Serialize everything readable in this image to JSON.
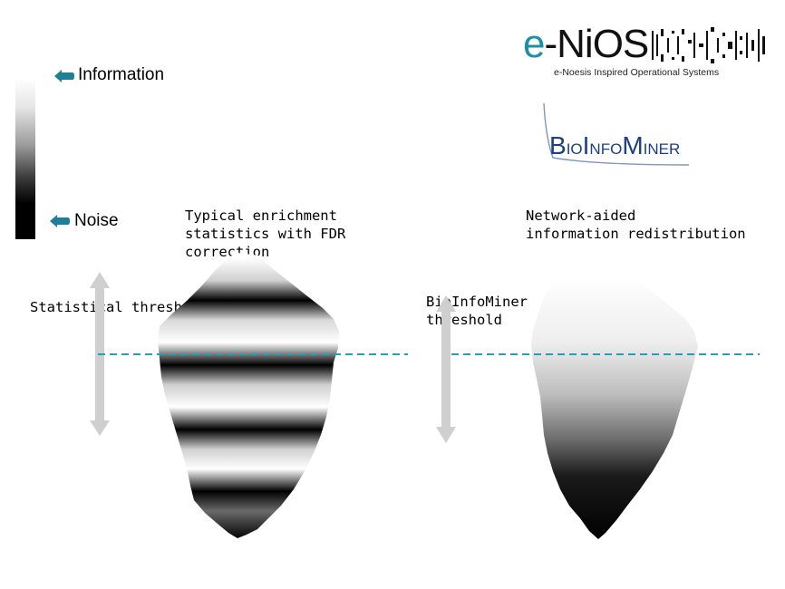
{
  "legend": {
    "top_label": "Information",
    "bottom_label": "Noise"
  },
  "left_panel": {
    "caption": "Typical enrichment\nstatistics with FDR\ncorrection",
    "threshold_label": "Statistical threshold"
  },
  "right_panel": {
    "caption": "Network-aided\ninformation redistribution",
    "threshold_label": "BioInfoMiner\nthreshold"
  },
  "logos": {
    "enios_letter_e": "e",
    "enios_rest": "-NiOS",
    "enios_tagline": "e-Noesis Inspired Operational Systems",
    "bioinfominer_parts": [
      "B",
      "IO",
      "I",
      "NFO",
      "M",
      "INER"
    ]
  },
  "colors": {
    "threshold_line": "#2f9bb0",
    "arrow_icon": "#1f7f97",
    "double_arrow": "#cfcfcf",
    "enios_e": "#1f8fa3",
    "bioinfominer_text": "#1c3f86"
  }
}
